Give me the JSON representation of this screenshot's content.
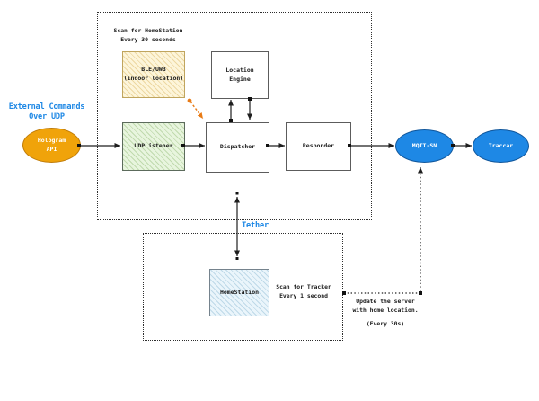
{
  "diagram_type": "system-architecture-flowchart",
  "colors": {
    "accent_blue": "#1e88e5",
    "node_blue_fill": "#1e88e5",
    "node_orange_fill": "#f0a30a",
    "orange_arrow": "#e87b16",
    "box_tan_fill": "#fdf5da",
    "box_green_fill": "#e8f5de",
    "box_lightblue_fill": "#eaf5fb",
    "line_color": "#1f1f1f"
  },
  "annotations": {
    "external_commands": "External Commands\nOver UDP",
    "scan_homestation": "Scan for HomeStation\nEvery 30 seconds",
    "tether": "Tether",
    "scan_tracker": "Scan for Tracker\nEvery 1 second",
    "update_server": "Update the server\nwith home location.",
    "update_interval": "(Every 30s)"
  },
  "nodes": {
    "hologram_api": {
      "label": "Hologram\nAPI",
      "shape": "ellipse",
      "color": "orange"
    },
    "ble_uwb": {
      "label": "BLE/UWB\n(indoor location)",
      "shape": "box",
      "color": "tan-hatched"
    },
    "location_engine": {
      "label": "Location\nEngine",
      "shape": "box",
      "color": "white"
    },
    "udp_listener": {
      "label": "UDPListener",
      "shape": "box",
      "color": "green-hatched"
    },
    "dispatcher": {
      "label": "Dispatcher",
      "shape": "box",
      "color": "white"
    },
    "responder": {
      "label": "Responder",
      "shape": "box",
      "color": "white"
    },
    "mqtt_sn": {
      "label": "MQTT-SN",
      "shape": "ellipse",
      "color": "blue"
    },
    "traccar": {
      "label": "Traccar",
      "shape": "ellipse",
      "color": "blue"
    },
    "home_station": {
      "label": "HomeStation",
      "shape": "box",
      "color": "lightblue-hatched"
    }
  },
  "edges": [
    {
      "from": "hologram_api",
      "to": "udp_listener",
      "style": "solid-arrow"
    },
    {
      "from": "udp_listener",
      "to": "dispatcher",
      "style": "solid-arrow"
    },
    {
      "from": "dispatcher",
      "to": "responder",
      "style": "solid-arrow"
    },
    {
      "from": "responder",
      "to": "mqtt_sn",
      "style": "solid-arrow"
    },
    {
      "from": "mqtt_sn",
      "to": "traccar",
      "style": "solid-arrow"
    },
    {
      "from": "dispatcher",
      "to": "location_engine",
      "style": "solid-arrow-up"
    },
    {
      "from": "location_engine",
      "to": "dispatcher",
      "style": "solid-arrow-down"
    },
    {
      "from": "ble_uwb",
      "to": "dispatcher",
      "style": "orange-dashed-arrow"
    },
    {
      "from": "dispatcher",
      "to": "home_station",
      "style": "double-arrow",
      "label": "Tether"
    },
    {
      "from": "tether_group",
      "to": "mqtt_sn",
      "style": "dotted-arrow",
      "label": "Update the server with home location. (Every 30s)"
    }
  ]
}
